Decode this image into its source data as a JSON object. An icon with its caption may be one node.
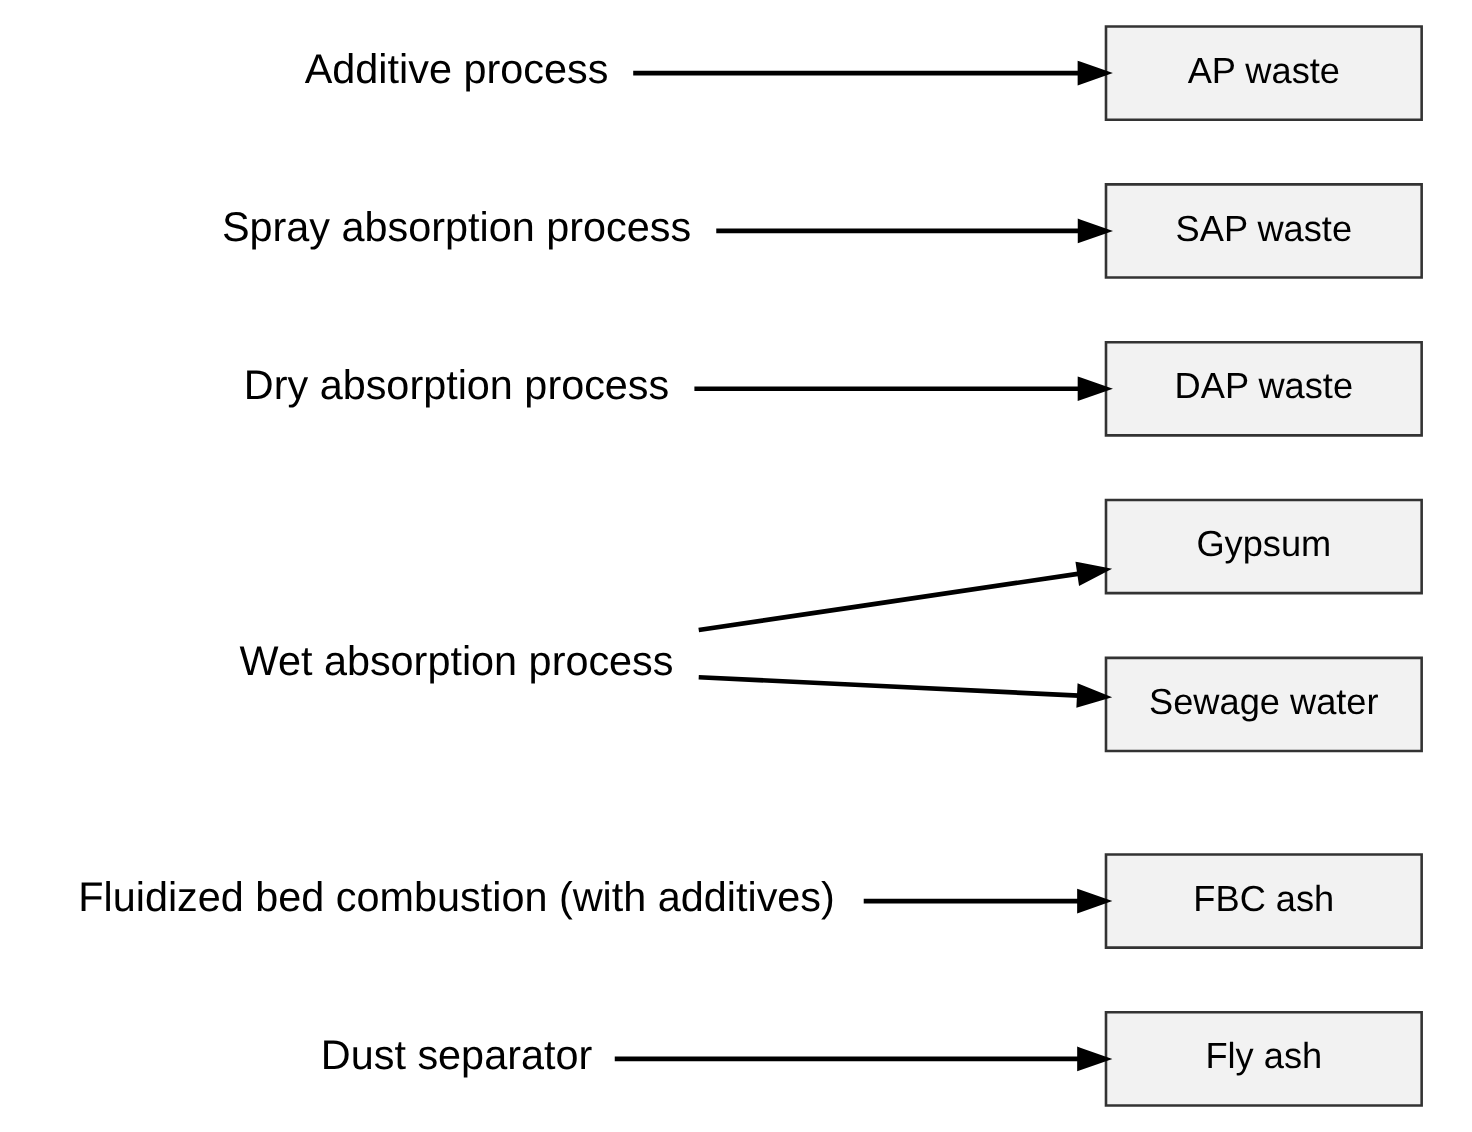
{
  "diagram": {
    "nodes": [
      {
        "text": [
          "Dust separator"
        ]
      },
      {
        "text": [
          "Fly ash"
        ]
      },
      {
        "text": [
          "Fluidized bed combustion (with additives)"
        ]
      },
      {
        "text": [
          "FBC ash"
        ]
      },
      {
        "text": [
          "Wet absorption process"
        ]
      },
      {
        "text": [
          "Gypsum"
        ]
      },
      {
        "text": [
          "Sewage water"
        ]
      },
      {
        "text": [
          "Dry absorption process"
        ]
      },
      {
        "text": [
          "DAP waste"
        ]
      },
      {
        "text": [
          "Spray absorption process"
        ]
      },
      {
        "text": [
          "SAP waste"
        ]
      },
      {
        "text": [
          "Additive process"
        ]
      },
      {
        "text": [
          "AP waste"
        ]
      }
    ],
    "edges": [
      {
        "from": 0,
        "to": 1,
        "arrow": "to"
      },
      {
        "from": 2,
        "to": 3,
        "arrow": "to"
      },
      {
        "from": 4,
        "to": 5,
        "arrow": "to"
      },
      {
        "from": 4,
        "to": 6,
        "arrow": "to"
      },
      {
        "from": 7,
        "to": 8,
        "arrow": "to"
      },
      {
        "from": 9,
        "to": 10,
        "arrow": "to"
      },
      {
        "from": 11,
        "to": 12,
        "arrow": "to"
      }
    ]
  }
}
